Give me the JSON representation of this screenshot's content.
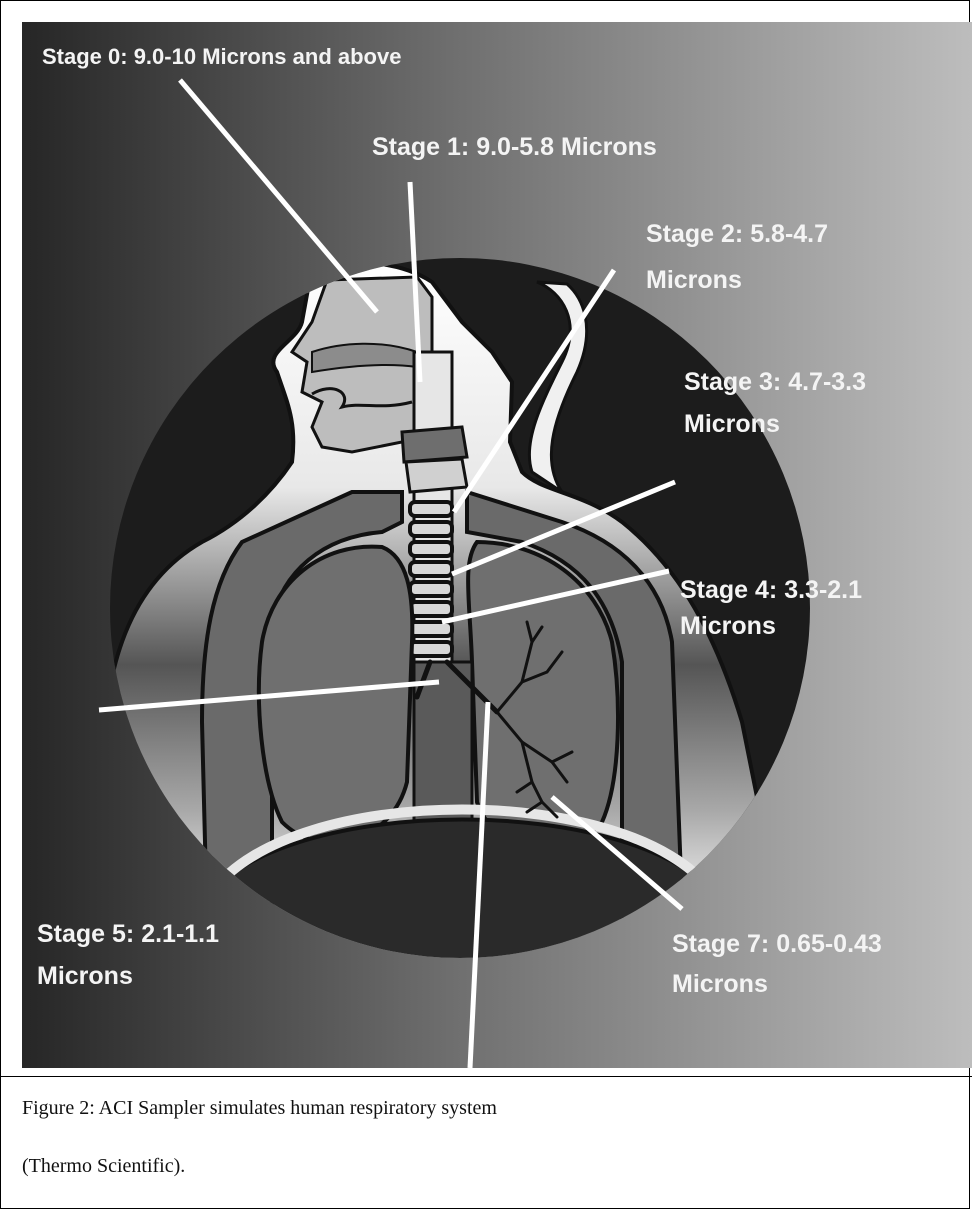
{
  "labels": {
    "stage0": "Stage 0: 9.0-10 Microns and above",
    "stage1": "Stage 1: 9.0-5.8 Microns",
    "stage2": {
      "line1": "Stage 2: 5.8-4.7",
      "line2": "Microns"
    },
    "stage3": {
      "line1": "Stage 3: 4.7-3.3",
      "line2": "Microns"
    },
    "stage4": {
      "line1": "Stage 4: 3.3-2.1",
      "line2": "Microns"
    },
    "stage5": {
      "line1": "Stage 5: 2.1-1.1",
      "line2": "Microns"
    },
    "stage7": {
      "line1": "Stage 7: 0.65-0.43",
      "line2": "Microns"
    }
  },
  "caption": {
    "line1": "Figure 2: ACI Sampler simulates human respiratory system",
    "line2": "(Thermo Scientific)."
  },
  "colors": {
    "background_dark": "#2b2b2b",
    "background_light": "#b9b9b9",
    "circle": "#1c1c1c",
    "body": "#9a9a9a",
    "label_text": "#f4f4f4",
    "pointer_lines": "#ffffff"
  }
}
